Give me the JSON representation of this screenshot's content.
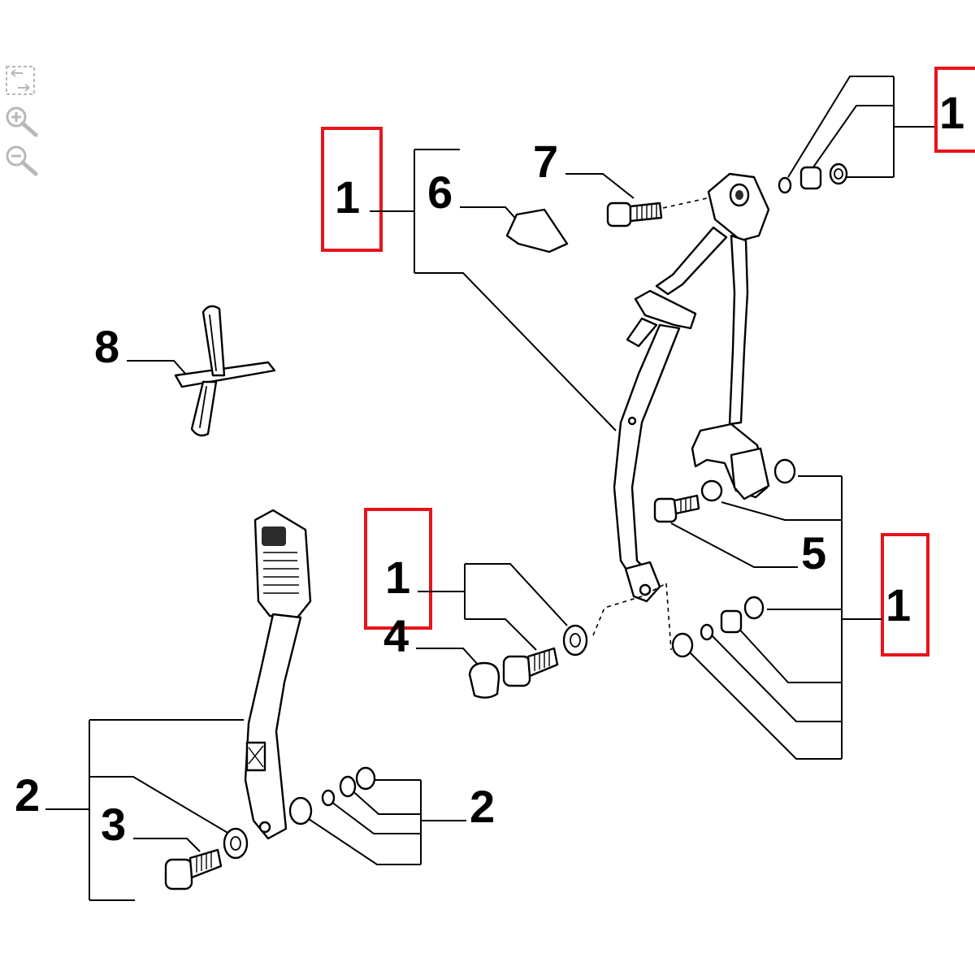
{
  "toolbar": {
    "buttons": [
      {
        "name": "fit-to-screen",
        "icon": "fit-screen-icon"
      },
      {
        "name": "zoom-in",
        "icon": "zoom-in-icon"
      },
      {
        "name": "zoom-out",
        "icon": "zoom-out-icon"
      }
    ]
  },
  "colors": {
    "highlight": "#e8141c",
    "line": "#000000",
    "toolbar_icon": "#b8b8b8"
  },
  "callouts": {
    "top_left_group": "1",
    "top_right_group": "1",
    "middle_group": "1",
    "right_group": "1",
    "cover_cap": "6",
    "anchor_bolt_top": "7",
    "belt_guide_clip": "8",
    "anchor_bolt_retractor": "5",
    "bolt_cap": "4",
    "buckle_group_left": "2",
    "buckle_group_right": "2",
    "buckle_bolt": "3"
  }
}
